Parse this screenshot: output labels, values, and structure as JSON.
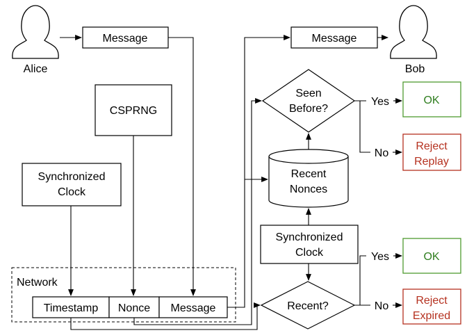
{
  "actors": {
    "sender": "Alice",
    "receiver": "Bob"
  },
  "messages": {
    "left": "Message",
    "right": "Message"
  },
  "sources": {
    "csprng": "CSPRNG",
    "clock_left_line1": "Synchronized",
    "clock_left_line2": "Clock",
    "clock_right_line1": "Synchronized",
    "clock_right_line2": "Clock"
  },
  "network": {
    "label": "Network",
    "fields": [
      "Timestamp",
      "Nonce",
      "Message"
    ]
  },
  "store": {
    "line1": "Recent",
    "line2": "Nonces"
  },
  "decisions": {
    "seen_line1": "Seen",
    "seen_line2": "Before?",
    "recent": "Recent?"
  },
  "edges": {
    "yes_top": "Yes",
    "no_top": "No",
    "yes_bottom": "Yes",
    "no_bottom": "No"
  },
  "outcomes": {
    "ok_top": "OK",
    "reject_replay_line1": "Reject",
    "reject_replay_line2": "Replay",
    "ok_bottom": "OK",
    "reject_expired_line1": "Reject",
    "reject_expired_line2": "Expired"
  },
  "colors": {
    "ok": "#4f9a2f",
    "reject": "#b5311f"
  }
}
